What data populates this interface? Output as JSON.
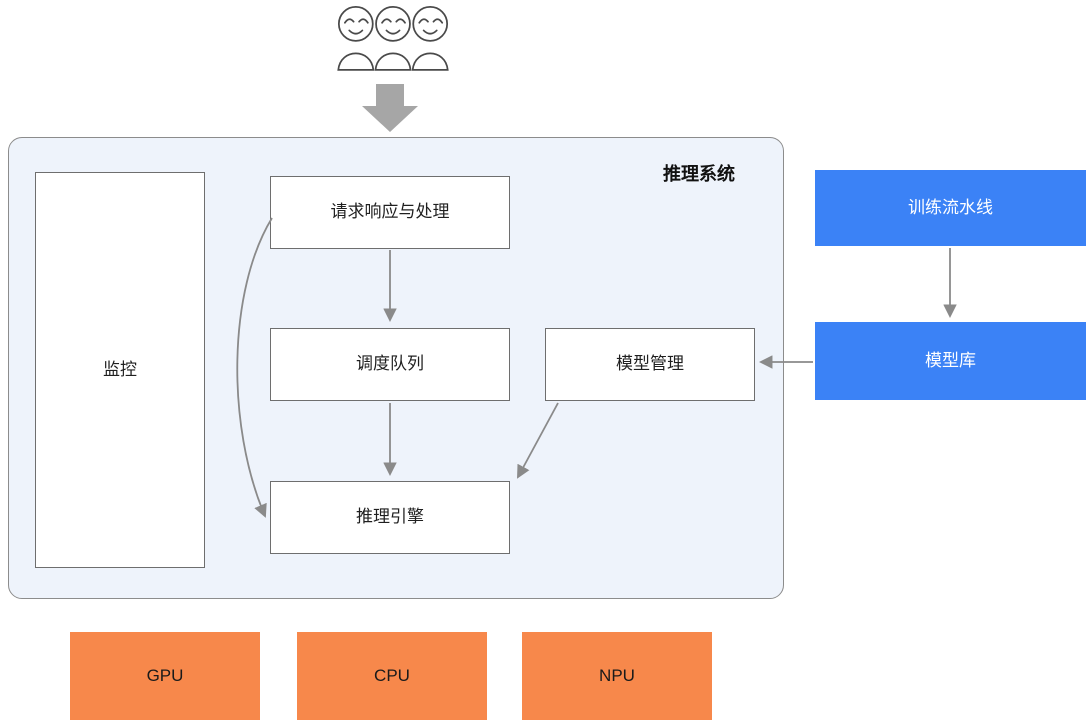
{
  "system": {
    "label": "推理系统"
  },
  "nodes": {
    "monitoring": {
      "label": "监控"
    },
    "request_handling": {
      "label": "请求响应与处理"
    },
    "scheduling_queue": {
      "label": "调度队列"
    },
    "inference_engine": {
      "label": "推理引擎"
    },
    "model_management": {
      "label": "模型管理"
    },
    "training_pipeline": {
      "label": "训练流水线"
    },
    "model_repository": {
      "label": "模型库"
    },
    "gpu": {
      "label": "GPU"
    },
    "cpu": {
      "label": "CPU"
    },
    "npu": {
      "label": "NPU"
    }
  },
  "icons": {
    "users": "users-icon",
    "down_arrow": "down-block-arrow-icon"
  },
  "connections": [
    {
      "from": "users",
      "to": "inference_system",
      "style": "block-arrow"
    },
    {
      "from": "request_handling",
      "to": "scheduling_queue"
    },
    {
      "from": "scheduling_queue",
      "to": "inference_engine"
    },
    {
      "from": "request_handling",
      "to": "inference_engine",
      "style": "curved"
    },
    {
      "from": "model_management",
      "to": "inference_engine"
    },
    {
      "from": "training_pipeline",
      "to": "model_repository"
    },
    {
      "from": "model_repository",
      "to": "model_management"
    }
  ],
  "colors": {
    "blue": "#3b82f6",
    "orange": "#f7884b",
    "container_bg": "#eef3fb",
    "arrow": "#8a8a8a",
    "box_border": "#6e6e6e",
    "block_arrow": "#a6a6a6"
  }
}
